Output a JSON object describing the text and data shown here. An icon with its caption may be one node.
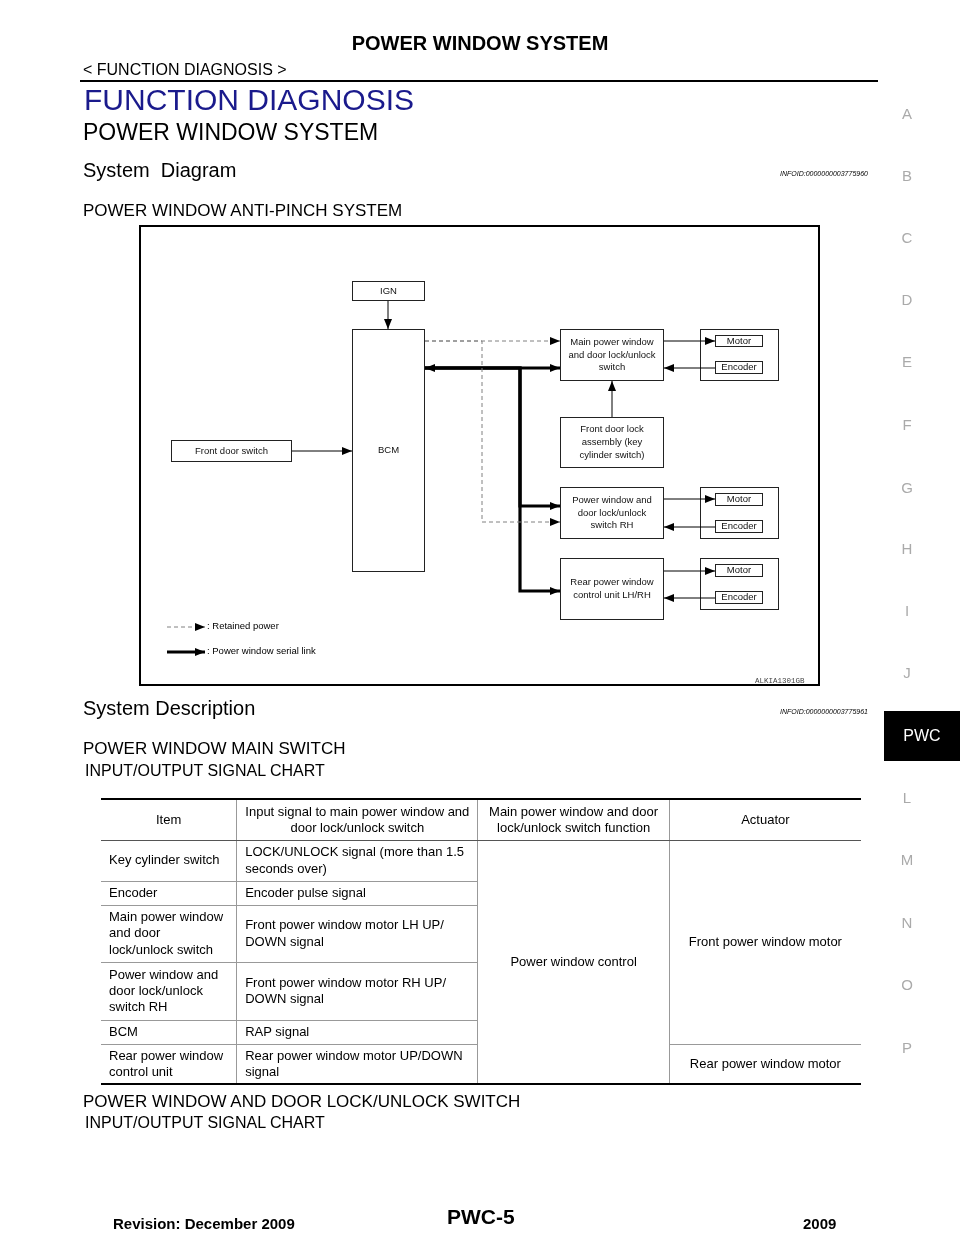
{
  "diagram": {
    "title": "POWER WINDOW SYSTEM",
    "nodes": [
      {
        "text": [
          "IGN"
        ]
      },
      {
        "text": [
          "BCM"
        ]
      },
      {
        "text": [
          "Main power window and door lock/unlock switch"
        ]
      },
      {
        "text": [],
        "shape": "box"
      },
      {
        "text": [
          "Motor"
        ],
        "in": 3
      },
      {
        "text": [
          "Encoder"
        ],
        "in": 3
      },
      {
        "text": [
          "Front door switch"
        ]
      },
      {
        "text": [
          "Front door lock assembly (key cylinder switch)"
        ]
      },
      {
        "text": [
          "Power window and door lock/unlock switch RH"
        ]
      },
      {
        "text": [],
        "shape": "box"
      },
      {
        "text": [
          "Motor"
        ],
        "in": 9
      },
      {
        "text": [
          "Encoder"
        ],
        "in": 9
      },
      {
        "text": [
          "Rear power window control unit LH/RH"
        ]
      },
      {
        "text": [],
        "shape": "box"
      },
      {
        "text": [
          "Motor"
        ],
        "in": 13
      },
      {
        "text": [
          "Encoder"
        ],
        "in": 13
      }
    ],
    "edges": [
      {
        "from": 0,
        "to": 1,
        "arrow": "to"
      },
      {
        "from": 1,
        "to": 2,
        "arrow": "to",
        "style": "dashed",
        "color": "#808080"
      },
      {
        "from": 1,
        "to": 2,
        "arrow": "both",
        "style": "thick"
      },
      {
        "from": 2,
        "to": 4,
        "arrow": "to"
      },
      {
        "from": 5,
        "to": 2,
        "arrow": "to"
      },
      {
        "from": 6,
        "to": 1,
        "arrow": "to"
      },
      {
        "from": 7,
        "to": 2,
        "arrow": "to"
      },
      {
        "from": 1,
        "to": 8,
        "arrow": "to",
        "style": "thick"
      },
      {
        "from": 1,
        "to": 12,
        "arrow": "to",
        "style": "thick"
      },
      {
        "from": 1,
        "to": 8,
        "arrow": "to",
        "style": "dashed",
        "color": "#808080"
      },
      {
        "from": 8,
        "to": 10,
        "arrow": "to"
      },
      {
        "from": 11,
        "to": 8,
        "arrow": "to"
      },
      {
        "from": 12,
        "to": 14,
        "arrow": "to"
      },
      {
        "from": 15,
        "to": 12,
        "arrow": "to"
      }
    ],
    "labels": [
      "< FUNCTION DIAGNOSIS >",
      "FUNCTION DIAGNOSIS",
      "POWER WINDOW SYSTEM",
      "System  Diagram",
      "INFOID:0000000003775960",
      "POWER WINDOW ANTI-PINCH SYSTEM",
      "ALKIA1301GB",
      "System Description",
      "INFOID:0000000003775961",
      "POWER WINDOW MAIN SWITCH",
      "INPUT/OUTPUT SIGNAL CHART",
      "Item",
      "Input signal to main power window and door lock/unlock switch",
      "Main power window and door lock/unlock switch function",
      "Actuator",
      "Key cylinder switch",
      "LOCK/UNLOCK signal (more than 1.5 seconds over)",
      "Power window control",
      "Front power window motor",
      "Encoder",
      "Encoder pulse signal",
      "Main power window and door lock/unlock switch",
      "Front power window motor LH UP/ DOWN signal",
      "Power window and door lock/unlock switch RH",
      "Front power window motor RH UP/ DOWN signal",
      "BCM",
      "RAP signal",
      "Rear power window control unit",
      "Rear power window motor UP/DOWN signal",
      "Rear power window motor",
      "POWER WINDOW AND DOOR LOCK/UNLOCK SWITCH",
      "INPUT/OUTPUT SIGNAL CHART",
      "Revision: December 2009",
      "PWC-5",
      "2009",
      "A",
      "B",
      "C",
      "D",
      "E",
      "F",
      "G",
      "H",
      "I",
      "J",
      "PWC",
      "L",
      "M",
      "N",
      "O",
      "P"
    ],
    "legend": [
      {
        "text": ": Retained power"
      },
      {
        "text": ": Power window serial link"
      }
    ]
  }
}
